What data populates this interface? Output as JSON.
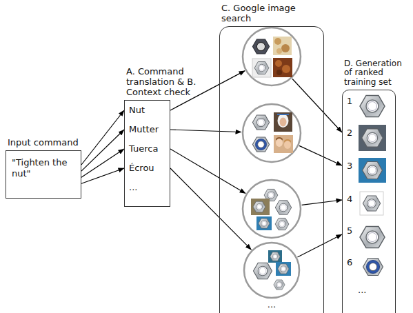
{
  "diagram": {
    "nodes": [
      {
        "text": [
          "Input command",
          "\"Tighten the nut\""
        ]
      },
      {
        "text": [
          "A. Command translation & B. Context check",
          "Nut",
          "Mutter",
          "Tuerca",
          "Écrou",
          "..."
        ]
      },
      {
        "text": [
          "C. Google image search",
          "..."
        ]
      },
      {
        "text": [
          "D. Generation of ranked training set",
          "..."
        ]
      }
    ],
    "edges": [
      {
        "from": 0,
        "to": 1,
        "arrow": "to"
      },
      {
        "from": 1,
        "to": 2,
        "arrow": "to"
      },
      {
        "from": 2,
        "to": 3,
        "arrow": "to"
      }
    ],
    "labels": [
      "1",
      "2",
      "3",
      "4",
      "5",
      "6"
    ]
  }
}
